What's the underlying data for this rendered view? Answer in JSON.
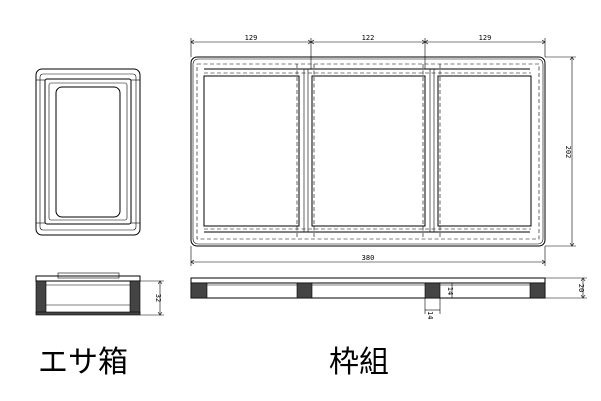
{
  "labels": {
    "feed_box": "エサ箱",
    "frame_set": "枠組"
  },
  "dimensions": {
    "top_left_width": "129",
    "top_middle_width": "122",
    "top_right_width": "129",
    "total_width": "380",
    "total_height": "202",
    "feed_box_height": "32",
    "frame_height": "20",
    "groove_width": "14",
    "groove_depth": "14"
  }
}
